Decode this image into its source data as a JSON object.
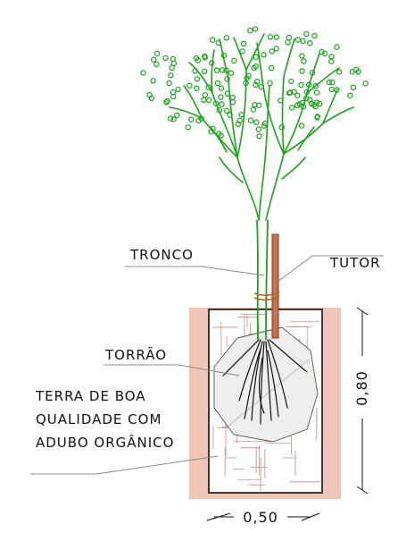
{
  "labels": {
    "tronco": "TRONCO",
    "tutor": "TUTOR",
    "torrao": "TORRÃO",
    "terra_line1": "TERRA DE BOA",
    "terra_line2": "QUALIDADE COM",
    "terra_line3": "ADUBO ORGÂNICO"
  },
  "dimensions": {
    "width": "0,50",
    "depth": "0,80"
  },
  "colors": {
    "tree": "#1aa31a",
    "pit": "#f0c4b6",
    "stake": "#c8714c",
    "hatch": "#c98c84",
    "rootball": "#eeeeee",
    "leader": "#888888",
    "ink": "#111111"
  }
}
